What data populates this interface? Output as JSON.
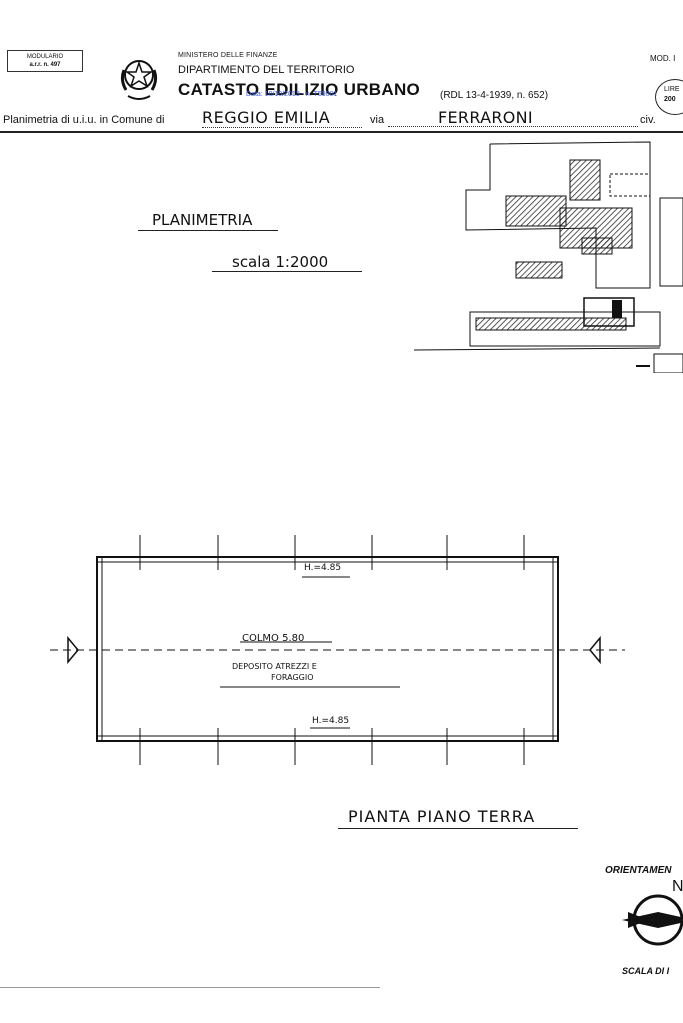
{
  "header": {
    "modulario_line1": "MODULARIO",
    "modulario_line2": "a.r.r. n. 497",
    "ministero": "MINISTERO DELLE FINANZE",
    "dipartimento": "DIPARTIMENTO DEL TERRITORIO",
    "catasto": "CATASTO EDILIZIO URBANO",
    "rdl": "(RDL 13-4-1939, n. 652)",
    "watermark": "Data: 10/10/2013 - n. T59001",
    "mod": "MOD. I",
    "lire_label": "LIRE",
    "lire_value": "200"
  },
  "location": {
    "prefix": "Planimetria di u.i.u. in Comune di",
    "comune": "REGGIO EMILIA",
    "via_label": "via",
    "via_value": "FERRARONI",
    "civ_label": "civ."
  },
  "drawing": {
    "planimetria_title": "PLANIMETRIA",
    "scala": "scala 1:2000",
    "h_top": "H.=4.85",
    "colmo": "COLMO 5.80",
    "deposito_line1": "DEPOSITO ATREZZI E",
    "deposito_line2": "FORAGGIO",
    "h_bottom": "H.=4.85",
    "pianta": "PIANTA PIANO TERRA"
  },
  "footer": {
    "orientamento": "ORIENTAMEN",
    "north": "N",
    "scala_di": "SCALA DI I"
  }
}
